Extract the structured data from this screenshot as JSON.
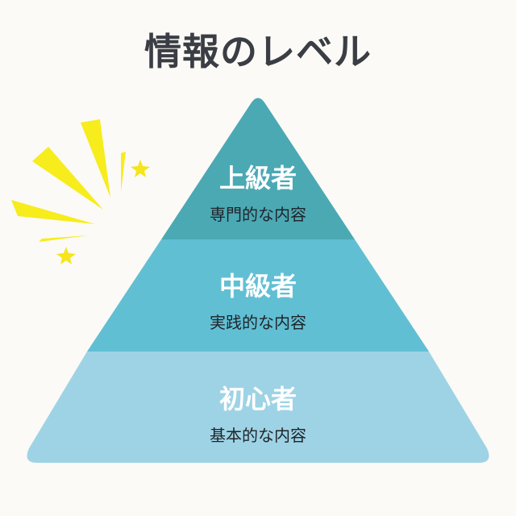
{
  "title": "情報のレベル",
  "levels": [
    {
      "name": "上級者",
      "description": "専門的な内容",
      "color": "#4ba9b4"
    },
    {
      "name": "中級者",
      "description": "実践的な内容",
      "color": "#61bfd4"
    },
    {
      "name": "初心者",
      "description": "基本的な内容",
      "color": "#9ed3e5"
    }
  ],
  "decoration": {
    "burst_color": "#f7ec1c",
    "star_color": "#f5e51a"
  }
}
